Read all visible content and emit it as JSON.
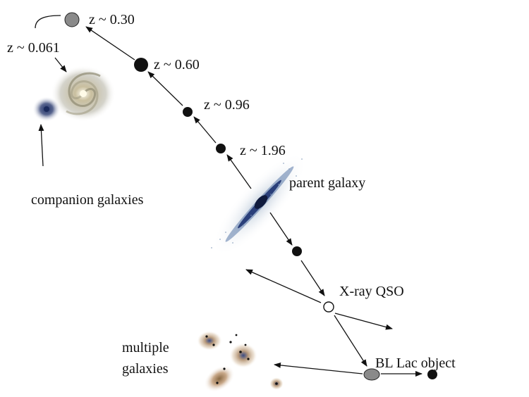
{
  "labels": {
    "z030": "z ~ 0.30",
    "z0061": "z ~ 0.061",
    "z060": "z ~ 0.60",
    "z096": "z ~ 0.96",
    "z196": "z ~ 1.96",
    "companion": "companion galaxies",
    "parent": "parent galaxy",
    "xray": "X-ray QSO",
    "multiple_line1": "multiple",
    "multiple_line2": "galaxies",
    "bllac": "BL Lac object"
  },
  "colors": {
    "ink": "#111111",
    "grey_node": "#8a8a8a",
    "galaxy_blue": "#2c3f7a"
  }
}
